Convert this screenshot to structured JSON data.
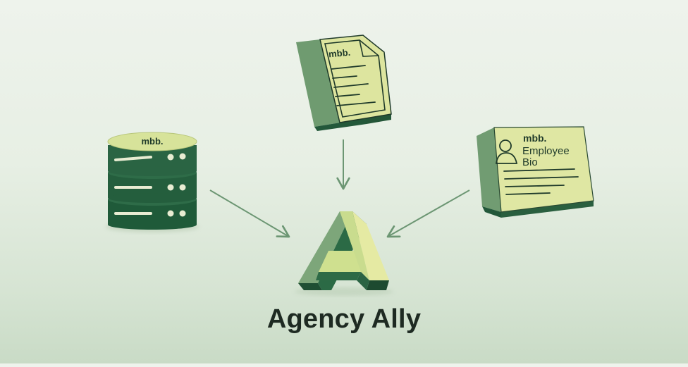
{
  "brand": {
    "name": "Agency Ally",
    "source_logo": "mbb."
  },
  "sources": {
    "database": {
      "logo": "mbb."
    },
    "document": {
      "logo": "mbb."
    },
    "bio_card": {
      "logo": "mbb.",
      "title_line1": "Employee",
      "title_line2": "Bio"
    }
  },
  "icons": {
    "database": "database-icon",
    "document": "document-icon",
    "bio_card": "employee-bio-card-icon",
    "logo": "agency-ally-logo-icon"
  },
  "colors": {
    "light_green": "#d7e39a",
    "pale_yellow": "#e2e9a6",
    "mid_green": "#6e9a6f",
    "dark_green": "#245c3c",
    "deep_green": "#1b4a30",
    "arrow": "#6c9673",
    "text": "#1e2a22"
  }
}
